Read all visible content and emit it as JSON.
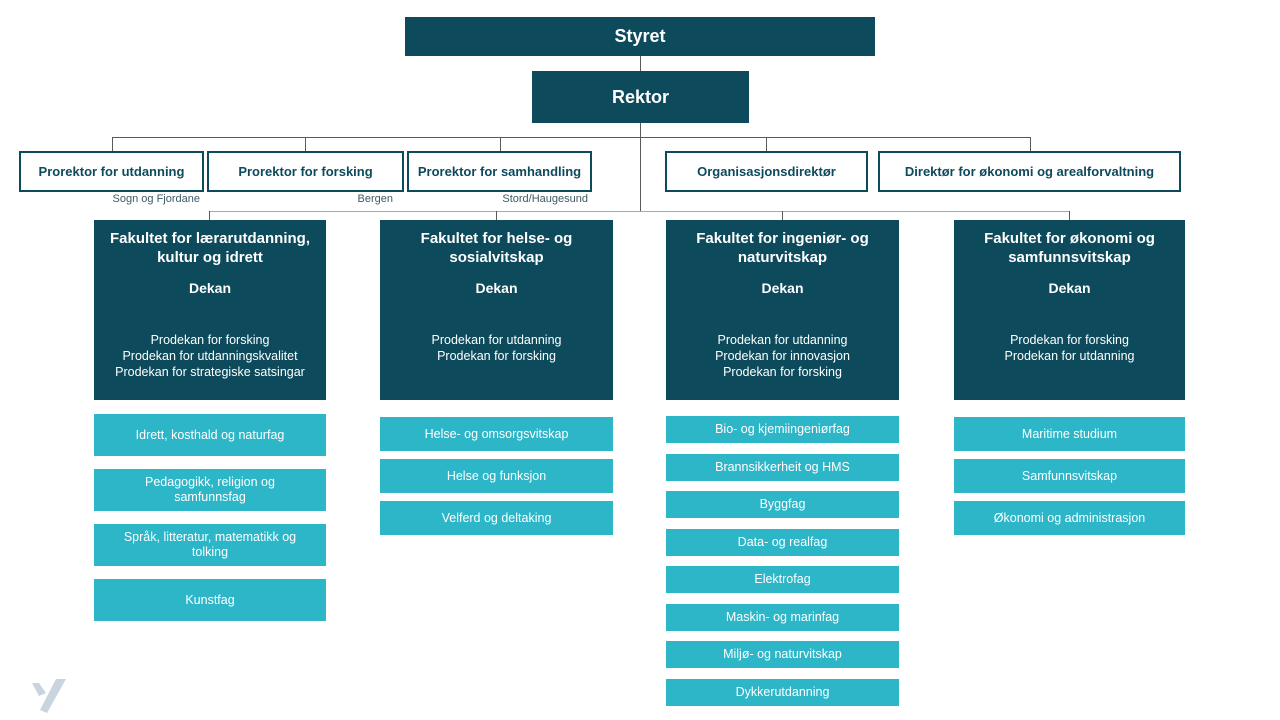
{
  "palette": {
    "dark": "#0d4a5c",
    "light": "#2db5c8",
    "line-dark": "#595959",
    "line-light": "#a9a9a9",
    "loc-text": "#3d5a64",
    "logo": "#c9d4df"
  },
  "board": {
    "label": "Styret"
  },
  "rector": {
    "label": "Rektor"
  },
  "level2": [
    {
      "label": "Prorektor for utdanning",
      "location": "Sogn og Fjordane"
    },
    {
      "label": "Prorektor for forsking",
      "location": "Bergen"
    },
    {
      "label": "Prorektor for samhandling",
      "location": "Stord/Haugesund"
    },
    {
      "label": "Organisasjonsdirektør"
    },
    {
      "label": "Direktør for økonomi og arealforvaltning"
    }
  ],
  "faculties": [
    {
      "title": "Fakultet for lærarutdanning,\nkultur og idrett",
      "dekan": "Dekan",
      "prodekans": [
        "Prodekan for forsking",
        "Prodekan for utdanningskvalitet",
        "Prodekan for strategiske satsingar"
      ],
      "institutes": [
        "Idrett, kosthald og naturfag",
        "Pedagogikk, religion og samfunnsfag",
        "Språk, litteratur, matematikk og tolking",
        "Kunstfag"
      ]
    },
    {
      "title": "Fakultet for helse- og\nsosialvitskap",
      "dekan": "Dekan",
      "prodekans": [
        "Prodekan for utdanning",
        "Prodekan for forsking"
      ],
      "institutes": [
        "Helse- og omsorgsvitskap",
        "Helse og funksjon",
        "Velferd og deltaking"
      ]
    },
    {
      "title": "Fakultet for ingeniør- og\nnaturvitskap",
      "dekan": "Dekan",
      "prodekans": [
        "Prodekan for utdanning",
        "Prodekan for innovasjon",
        "Prodekan for forsking"
      ],
      "institutes": [
        "Bio- og kjemiingeniørfag",
        "Brannsikkerheit og HMS",
        "Byggfag",
        "Data- og realfag",
        "Elektrofag",
        "Maskin- og marinfag",
        "Miljø- og naturvitskap",
        "Dykkerutdanning"
      ]
    },
    {
      "title": "Fakultet for økonomi og\nsamfunnsvitskap",
      "dekan": "Dekan",
      "prodekans": [
        "Prodekan for forsking",
        "Prodekan for utdanning"
      ],
      "institutes": [
        "Maritime studium",
        "Samfunnsvitskap",
        "Økonomi og administrasjon"
      ]
    }
  ],
  "icons": {
    "logo": "hvl-v-logomark"
  }
}
